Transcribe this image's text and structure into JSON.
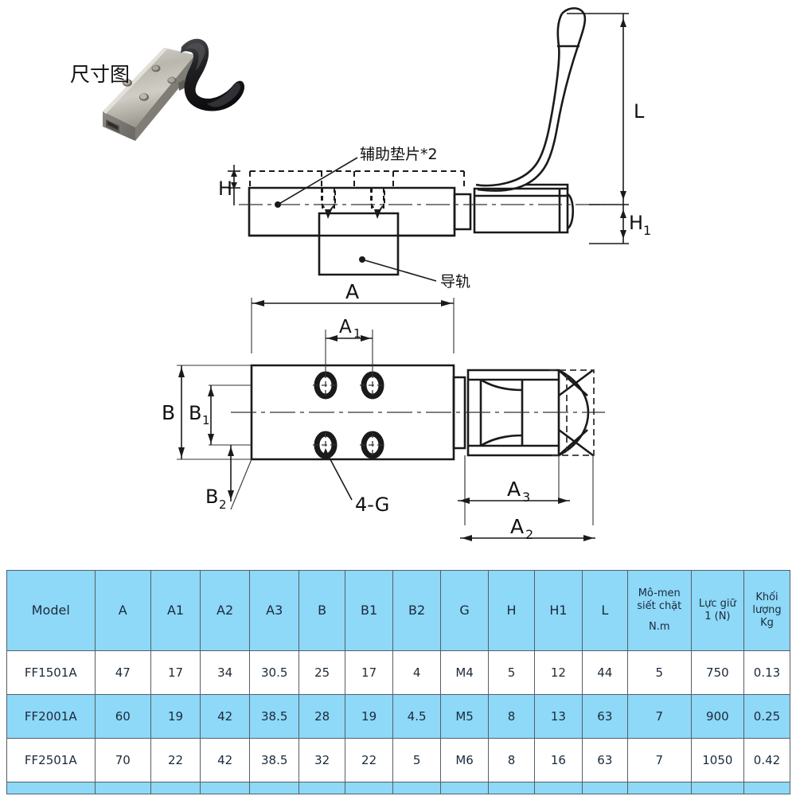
{
  "drawing": {
    "title_label": "尺寸图",
    "callouts": [
      {
        "key": "shim",
        "text": "辅助垫片*2"
      },
      {
        "key": "rail",
        "text": "导轨"
      },
      {
        "key": "holes",
        "text": "4-G"
      }
    ],
    "dimensions": {
      "L": "L",
      "H": "H",
      "H1_base": "H",
      "H1_sub": "1",
      "A": "A",
      "A1_base": "A",
      "A1_sub": "1",
      "A2_base": "A",
      "A2_sub": "2",
      "A3_base": "A",
      "A3_sub": "3",
      "B": "B",
      "B1_base": "B",
      "B1_sub": "1",
      "B2_base": "B",
      "B2_sub": "2"
    }
  },
  "colors": {
    "header_blue": "#8ed8f8",
    "row_alt_blue": "#8ed8f8",
    "grid_line": "#555f66",
    "text": "#1b2a3a",
    "line_black": "#1a1a1a"
  },
  "table": {
    "columns": [
      {
        "id": "model",
        "label": "Model"
      },
      {
        "id": "A",
        "label": "A"
      },
      {
        "id": "A1",
        "label": "A1"
      },
      {
        "id": "A2",
        "label": "A2"
      },
      {
        "id": "A3",
        "label": "A3"
      },
      {
        "id": "B",
        "label": "B"
      },
      {
        "id": "B1",
        "label": "B1"
      },
      {
        "id": "B2",
        "label": "B2"
      },
      {
        "id": "G",
        "label": "G"
      },
      {
        "id": "H",
        "label": "H"
      },
      {
        "id": "H1",
        "label": "H1"
      },
      {
        "id": "L",
        "label": "L"
      },
      {
        "id": "torque",
        "label_line1": "Mô-men",
        "label_line2": "siết chặt",
        "label_line3": "N.m"
      },
      {
        "id": "holding_force",
        "label_line1": "Lực giữ",
        "label_line2": "1 (N)"
      },
      {
        "id": "weight",
        "label_line1": "Khối",
        "label_line2": "lượng",
        "label_line3": "Kg"
      }
    ],
    "rows": [
      {
        "model": "FF1501A",
        "A": "47",
        "A1": "17",
        "A2": "34",
        "A3": "30.5",
        "B": "25",
        "B1": "17",
        "B2": "4",
        "G": "M4",
        "H": "5",
        "H1": "12",
        "L": "44",
        "torque": "5",
        "holding_force": "750",
        "weight": "0.13"
      },
      {
        "model": "FF2001A",
        "A": "60",
        "A1": "19",
        "A2": "42",
        "A3": "38.5",
        "B": "28",
        "B1": "19",
        "B2": "4.5",
        "G": "M5",
        "H": "8",
        "H1": "13",
        "L": "63",
        "torque": "7",
        "holding_force": "900",
        "weight": "0.25"
      },
      {
        "model": "FF2501A",
        "A": "70",
        "A1": "22",
        "A2": "42",
        "A3": "38.5",
        "B": "32",
        "B1": "22",
        "B2": "5",
        "G": "M6",
        "H": "8",
        "H1": "16",
        "L": "63",
        "torque": "7",
        "holding_force": "1050",
        "weight": "0.42"
      }
    ]
  }
}
